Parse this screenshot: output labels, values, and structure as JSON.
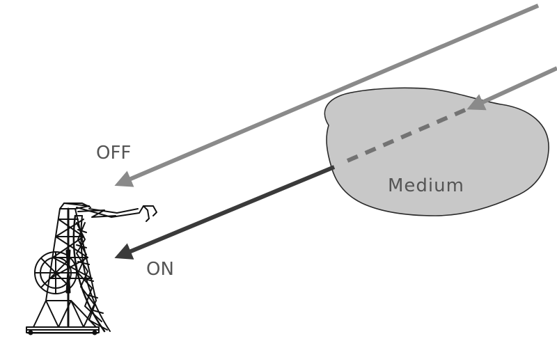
{
  "labels": {
    "off": "OFF",
    "on": "ON",
    "medium": "Medium"
  },
  "colors": {
    "off_arrow": "#8a8a8a",
    "on_arrow_incoming": "#8a8a8a",
    "on_arrow_outgoing": "#3a3a3a",
    "medium_fill": "#c8c8c8",
    "medium_stroke": "#2a2a2a",
    "label_text": "#555555",
    "telescope": "#111111"
  },
  "icons": {
    "telescope": "radio-telescope-icon"
  }
}
